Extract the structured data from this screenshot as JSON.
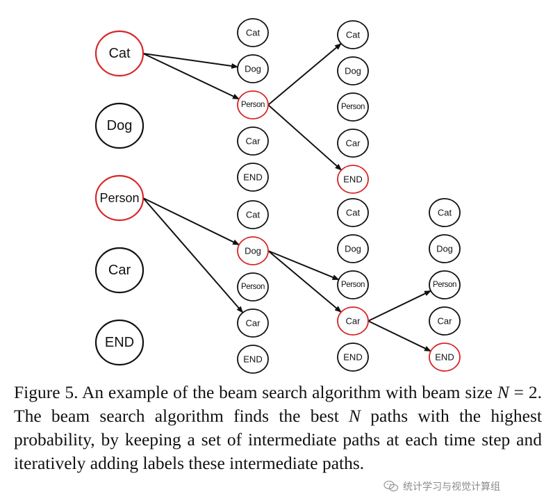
{
  "colors": {
    "normal_stroke": "#111111",
    "selected_stroke": "#d62728",
    "edge": "#111111"
  },
  "columns": [
    {
      "name": "step-0",
      "groups": [
        {
          "nodes": [
            {
              "label": "Cat",
              "selected": true
            },
            {
              "label": "Dog",
              "selected": false
            },
            {
              "label": "Person",
              "selected": true
            },
            {
              "label": "Car",
              "selected": false
            },
            {
              "label": "END",
              "selected": false
            }
          ]
        }
      ]
    },
    {
      "name": "step-1",
      "groups": [
        {
          "nodes": [
            {
              "label": "Cat",
              "selected": false
            },
            {
              "label": "Dog",
              "selected": false
            },
            {
              "label": "Person",
              "selected": true
            },
            {
              "label": "Car",
              "selected": false
            },
            {
              "label": "END",
              "selected": false
            }
          ]
        },
        {
          "nodes": [
            {
              "label": "Cat",
              "selected": false
            },
            {
              "label": "Dog",
              "selected": true
            },
            {
              "label": "Person",
              "selected": false
            },
            {
              "label": "Car",
              "selected": false
            },
            {
              "label": "END",
              "selected": false
            }
          ]
        }
      ]
    },
    {
      "name": "step-2",
      "groups": [
        {
          "nodes": [
            {
              "label": "Cat",
              "selected": false
            },
            {
              "label": "Dog",
              "selected": false
            },
            {
              "label": "Person",
              "selected": false
            },
            {
              "label": "Car",
              "selected": false
            },
            {
              "label": "END",
              "selected": true
            }
          ]
        },
        {
          "nodes": [
            {
              "label": "Cat",
              "selected": false
            },
            {
              "label": "Dog",
              "selected": false
            },
            {
              "label": "Person",
              "selected": false
            },
            {
              "label": "Car",
              "selected": true
            },
            {
              "label": "END",
              "selected": false
            }
          ]
        }
      ]
    },
    {
      "name": "step-3",
      "groups": [
        {
          "nodes": [
            {
              "label": "Cat",
              "selected": false
            },
            {
              "label": "Dog",
              "selected": false
            },
            {
              "label": "Person",
              "selected": false
            },
            {
              "label": "Car",
              "selected": false
            },
            {
              "label": "END",
              "selected": true
            }
          ]
        }
      ]
    }
  ],
  "edges": [
    {
      "from": [
        0,
        0,
        0
      ],
      "to": [
        1,
        0,
        1
      ]
    },
    {
      "from": [
        0,
        0,
        0
      ],
      "to": [
        1,
        0,
        2
      ]
    },
    {
      "from": [
        1,
        0,
        2
      ],
      "to": [
        2,
        0,
        0
      ]
    },
    {
      "from": [
        1,
        0,
        2
      ],
      "to": [
        2,
        0,
        4
      ]
    },
    {
      "from": [
        0,
        0,
        2
      ],
      "to": [
        1,
        1,
        1
      ]
    },
    {
      "from": [
        0,
        0,
        2
      ],
      "to": [
        1,
        1,
        3
      ]
    },
    {
      "from": [
        1,
        1,
        1
      ],
      "to": [
        2,
        1,
        2
      ]
    },
    {
      "from": [
        1,
        1,
        1
      ],
      "to": [
        2,
        1,
        3
      ]
    },
    {
      "from": [
        2,
        1,
        3
      ],
      "to": [
        3,
        0,
        2
      ]
    },
    {
      "from": [
        2,
        1,
        3
      ],
      "to": [
        3,
        0,
        4
      ]
    }
  ],
  "caption": {
    "part1": "Figure 5. An example of the beam search algorithm with beam size ",
    "var1": "N",
    "part2": " = 2. The beam search algorithm finds the best ",
    "var2": "N",
    "part3": " paths with the highest probability, by keeping a set of intermediate paths at each time step and iteratively adding labels these intermediate paths."
  },
  "watermark": {
    "text": "统计学习与视觉计算组",
    "icon": "wechat-icon"
  }
}
